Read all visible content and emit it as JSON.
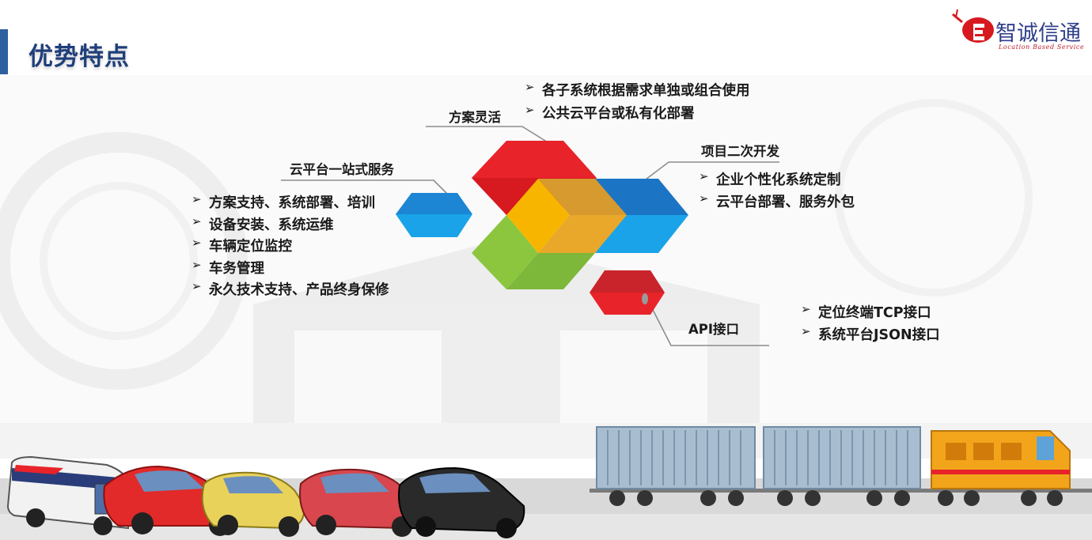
{
  "header": {
    "title": "优势特点"
  },
  "logo": {
    "name": "智诚信通",
    "tagline": "Location Based Service"
  },
  "features": {
    "flexible": {
      "label": "方案灵活",
      "items": [
        "各子系统根据需求单独或组合使用",
        "公共云平台或私有化部署"
      ]
    },
    "secondary_dev": {
      "label": "项目二次开发",
      "items": [
        "企业个性化系统定制",
        "云平台部署、服务外包"
      ]
    },
    "cloud_service": {
      "label": "云平台一站式服务",
      "items": [
        "方案支持、系统部署、培训",
        "设备安装、系统运维",
        "车辆定位监控",
        "车务管理",
        "永久技术支持、产品终身保修"
      ]
    },
    "api": {
      "label": "API接口",
      "items": [
        "定位终端TCP接口",
        "系统平台JSON接口"
      ]
    }
  },
  "icons": {
    "bullet": "arrow-bullet-icon",
    "logo": "logo-e-icon"
  },
  "colors": {
    "accent": "#2e5f9e",
    "title": "#1f3f7a",
    "red": "#e8232a",
    "blue": "#1aa3e8",
    "green": "#8cc63f",
    "yellow": "#f7b500"
  }
}
